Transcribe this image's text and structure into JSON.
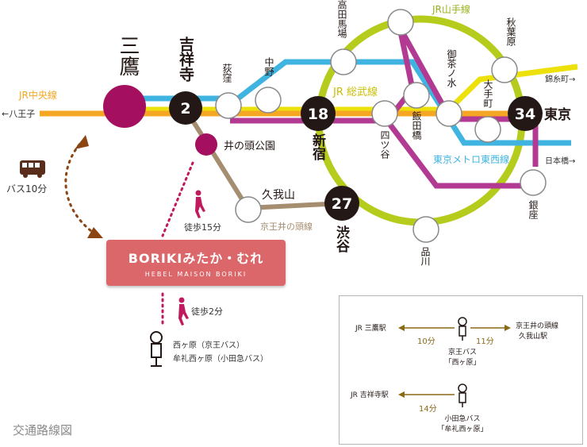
{
  "colors": {
    "yamanote": "#b6cc1c",
    "chuo": "#f5a623",
    "sobu": "#ede10c",
    "tozai": "#3fb4e0",
    "toei_oedo": "#b23a92",
    "keio_inokashira": "#a58e70",
    "brand_red": "#dc676a",
    "station_dark": "#231815",
    "mitaka_magenta": "#a4105f",
    "bus_walk_dots": "#8b4513"
  },
  "lines": {
    "jr_yamanote": "JR山手線",
    "jr_chuo": "JR中央線",
    "jr_sobu": "JR 総武線",
    "tokyo_metro_tozai": "東京メトロ東西線",
    "keio_inokashira": "京王井の頭線"
  },
  "stations": {
    "mitaka": "三鷹",
    "kichijoji": "吉祥寺",
    "kichijoji_min": "2",
    "ogikubo": "荻窪",
    "nakano": "中野",
    "shinjuku": "新宿",
    "shinjuku_min": "18",
    "takadanobaba": "高田馬場",
    "iidabashi": "飯田橋",
    "yotsuya": "四ツ谷",
    "ochanomizu": "御茶ノ水",
    "akihabara": "秋葉原",
    "otemachi": "大手町",
    "tokyo": "東京",
    "tokyo_min": "34",
    "ginza": "銀座",
    "shibuya": "渋谷",
    "shibuya_min": "27",
    "shinagawa": "品川",
    "kugayama": "久我山",
    "inokashira_koen": "井の頭公園"
  },
  "directions": {
    "hachioji": "←八王子",
    "kinshicho": "錦糸町→",
    "nihonbashi": "日本橋→"
  },
  "access": {
    "bus_label": "バス10分",
    "walk_15": "徒歩15分",
    "walk_2": "徒歩2分",
    "bus_stop_1": "西ヶ原（京王バス）",
    "bus_stop_2": "牟礼西ヶ原（小田急バス）"
  },
  "property": {
    "name": "BORIKIみたか・むれ",
    "sub": "HEBEL MAISON BORIKI"
  },
  "caption": "交通路線図",
  "legend": {
    "row1_left": "JR 三鷹駅",
    "row1_right_1": "京王井の頭線",
    "row1_right_2": "久我山駅",
    "row1_left_min": "10分",
    "row1_right_min": "11分",
    "row1_stop_1": "京王バス",
    "row1_stop_2": "「西ヶ原」",
    "row2_left": "JR 吉祥寺駅",
    "row2_min": "14分",
    "row2_stop_1": "小田急バス",
    "row2_stop_2": "「牟礼西ヶ原」"
  }
}
